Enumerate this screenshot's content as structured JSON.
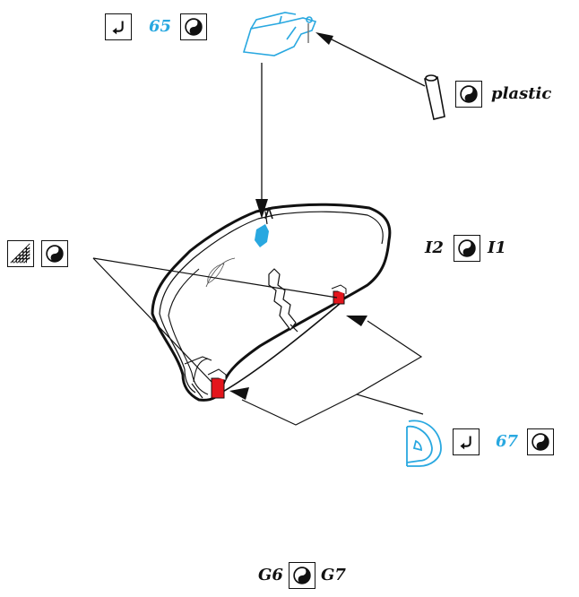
{
  "colors": {
    "accent_blue": "#29a8e0",
    "highlight_red": "#e3151c",
    "line": "#111111"
  },
  "labels": {
    "top_part_number": "65",
    "pin_material": "plastic",
    "bottom_part_number": "67",
    "right_left_code": "I2",
    "right_right_code": "I1",
    "footer_left_code": "G6",
    "footer_right_code": "G7"
  },
  "icons": {
    "clip_arrow": "hook-arrow-icon",
    "vehicle_side": "vehicle-side-icon",
    "grease": "grease-pattern-icon"
  }
}
